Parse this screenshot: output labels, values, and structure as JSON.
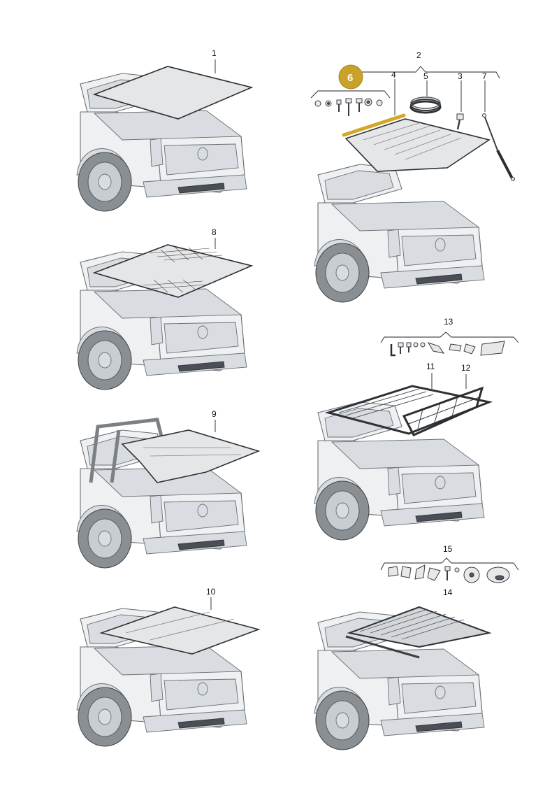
{
  "callouts": {
    "c1": "1",
    "c2": "2",
    "c3": "3",
    "c4": "4",
    "c5": "5",
    "c6": "6",
    "c7": "7",
    "c8": "8",
    "c9": "9",
    "c10": "10",
    "c11": "11",
    "c12": "12",
    "c13": "13",
    "c14": "14",
    "c15": "15"
  },
  "colors": {
    "highlight_badge": "#c9a22a",
    "highlight_part": "#d4a62a",
    "line": "#222222",
    "truck_fill": "#eef0f2"
  }
}
